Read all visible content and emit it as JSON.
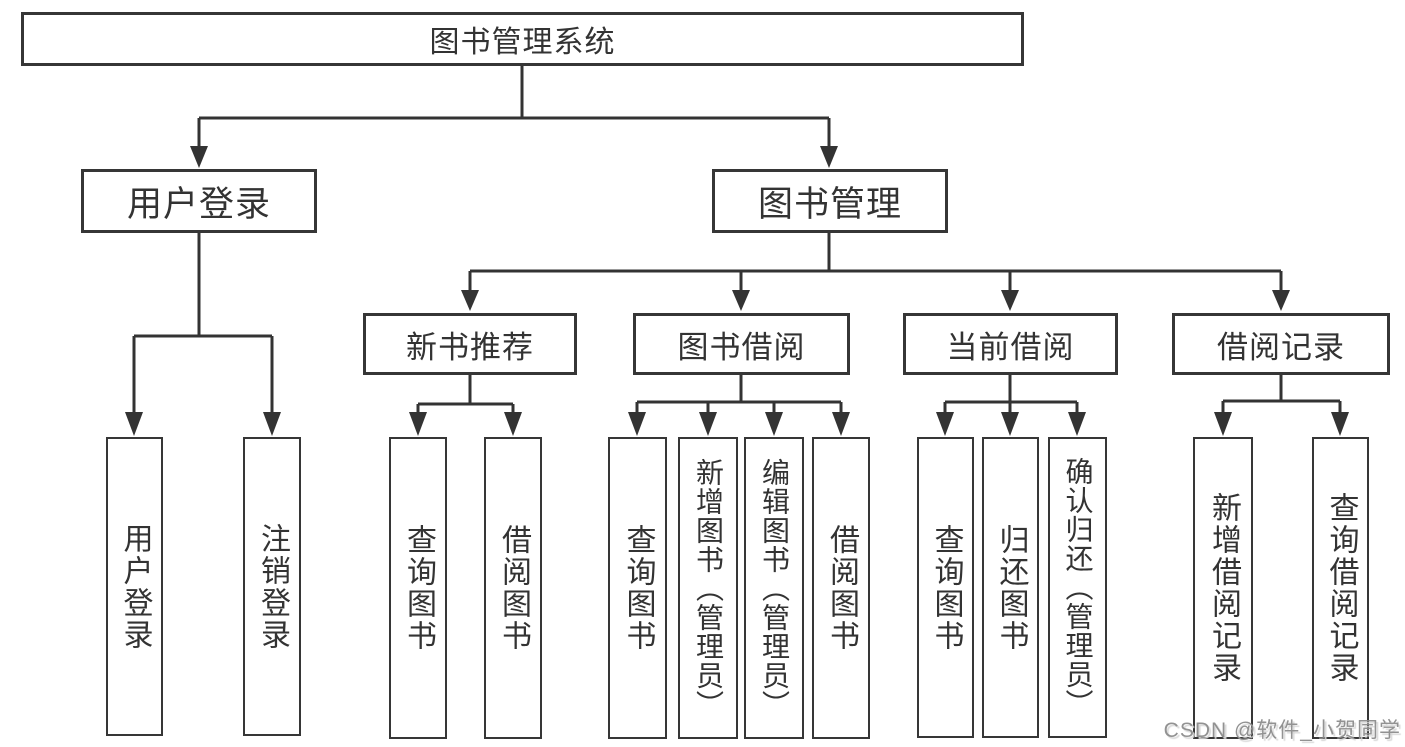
{
  "colors": {
    "background": "#ffffff",
    "line": "#333333",
    "box_border": "#363636",
    "text": "#333333",
    "watermark": "#8c8c8c"
  },
  "watermark": {
    "text": "CSDN @软件_小贺同学"
  },
  "tree": {
    "label": "图书管理系统",
    "children": [
      {
        "label": "用户登录",
        "children": [
          {
            "label": "用户登录"
          },
          {
            "label": "注销登录"
          }
        ]
      },
      {
        "label": "图书管理",
        "children": [
          {
            "label": "新书推荐",
            "children": [
              {
                "label": "查询图书"
              },
              {
                "label": "借阅图书"
              }
            ]
          },
          {
            "label": "图书借阅",
            "children": [
              {
                "label": "查询图书"
              },
              {
                "label": "新增图书（管理员）"
              },
              {
                "label": "编辑图书（管理员）"
              },
              {
                "label": "借阅图书"
              }
            ]
          },
          {
            "label": "当前借阅",
            "children": [
              {
                "label": "查询图书"
              },
              {
                "label": "归还图书"
              },
              {
                "label": "确认归还（管理员）"
              }
            ]
          },
          {
            "label": "借阅记录",
            "children": [
              {
                "label": "新增借阅记录"
              },
              {
                "label": "查询借阅记录"
              }
            ]
          }
        ]
      }
    ]
  }
}
